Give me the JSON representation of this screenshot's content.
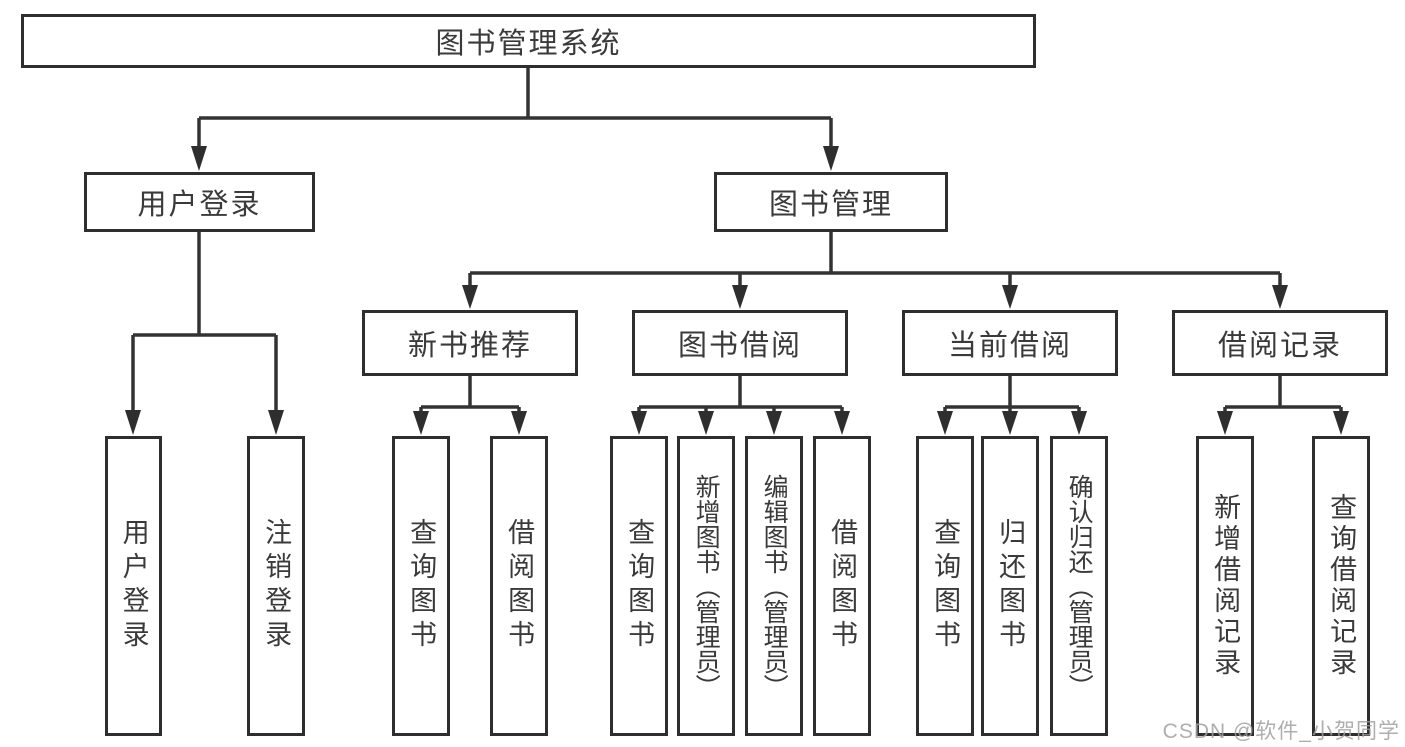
{
  "diagram_title": "图书管理系统",
  "tree": {
    "root": {
      "label": "图书管理系统",
      "children": [
        {
          "label": "用户登录",
          "children": [
            {
              "label": "用户登录"
            },
            {
              "label": "注销登录"
            }
          ]
        },
        {
          "label": "图书管理",
          "children": [
            {
              "label": "新书推荐",
              "children": [
                {
                  "label": "查询图书"
                },
                {
                  "label": "借阅图书"
                }
              ]
            },
            {
              "label": "图书借阅",
              "children": [
                {
                  "label": "查询图书"
                },
                {
                  "label": "新增图书（管理员）"
                },
                {
                  "label": "编辑图书（管理员）"
                },
                {
                  "label": "借阅图书"
                }
              ]
            },
            {
              "label": "当前借阅",
              "children": [
                {
                  "label": "查询图书"
                },
                {
                  "label": "归还图书"
                },
                {
                  "label": "确认归还（管理员）"
                }
              ]
            },
            {
              "label": "借阅记录",
              "children": [
                {
                  "label": "新增借阅记录"
                },
                {
                  "label": "查询借阅记录"
                }
              ]
            }
          ]
        }
      ]
    }
  },
  "watermark": {
    "text": "CSDN @软件_小贺同学"
  },
  "colors": {
    "line": "#333333",
    "box_border": "#2e2e2e",
    "text": "#3a3a3a",
    "background": "#ffffff",
    "watermark": "#a0a0a0"
  }
}
